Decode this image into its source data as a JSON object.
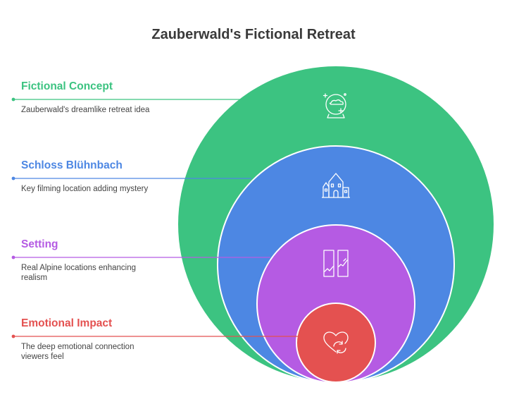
{
  "title": "Zauberwald's Fictional Retreat",
  "layers": [
    {
      "heading": "Fictional Concept",
      "description": "Zauberwald's dreamlike retreat idea",
      "color": "#3cc381",
      "icon": "crystal-ball-icon"
    },
    {
      "heading": "Schloss Blühnbach",
      "description": "Key filming location adding mystery",
      "color": "#4d87e3",
      "icon": "castle-icon"
    },
    {
      "heading": "Setting",
      "description": "Real Alpine locations enhancing realism",
      "color": "#b55be3",
      "icon": "alpine-window-icon"
    },
    {
      "heading": "Emotional Impact",
      "description": "The deep emotional connection viewers feel",
      "color": "#e45150",
      "icon": "heart-cycle-icon"
    }
  ]
}
